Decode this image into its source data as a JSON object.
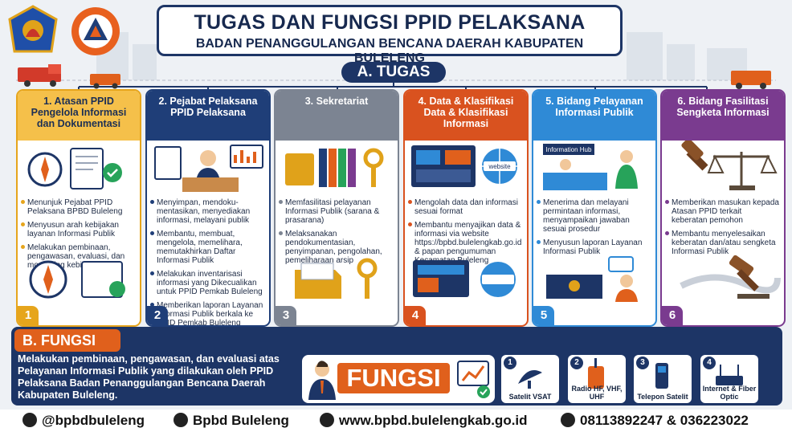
{
  "header": {
    "title": "TUGAS DAN FUNGSI PPID PELAKSANA",
    "subtitle": "BADAN PENANGGULANGAN BENCANA DAERAH KABUPATEN BULELENG"
  },
  "tugas": {
    "label": "A. TUGAS",
    "cards": [
      {
        "num": "1",
        "title": "1. Atasan PPID Pengelola Informasi dan Dokumentasi",
        "color": "#e6a51c",
        "items": [
          "Menunjuk Pejabat PPID Pelaksana BPBD Buleleng",
          "Menyusun arah kebijakan layanan Informasi Publik",
          "Melakukan pembinaan, pengawasan, evaluasi, dan monitoring kebijakan"
        ]
      },
      {
        "num": "2",
        "title": "2. Pejabat Pelaksana PPID Pelaksana",
        "color": "#1f3e78",
        "items": [
          "Menyimpan, mendoku-mentasikan, menyediakan informasi, melayani publik",
          "Membantu, membuat, mengelola, memelihara, memutakhirkan Daftar Informasi Publik",
          "Melakukan inventarisasi informasi yang Dikecualikan untuk PPID Pemkab Buleleng",
          "Memberikan laporan Layanan Informasi Publik berkala ke PPID Pemkab Buleleng"
        ]
      },
      {
        "num": "3",
        "title": "3. Sekretariat",
        "color": "#7c8492",
        "items": [
          "Memfasilitasi pelayanan Informasi Publik (sarana & prasarana)",
          "Melaksanakan pendokumentasian, penyimpanan, pengolahan, pemeliharaan arsip"
        ]
      },
      {
        "num": "4",
        "title": "4. Data & Klasifikasi Data & Klasifikasi Informasi",
        "color": "#d9521f",
        "items": [
          "Mengolah data dan informasi sesuai format",
          "Membantu menyajikan data & informasi via website https://bpbd.bulelengkab.go.id & papan pengumuman Kecamatan Buleleng"
        ]
      },
      {
        "num": "5",
        "title": "5. Bidang Pelayanan Informasi Publik",
        "color": "#2f8ad6",
        "items": [
          "Menerima dan melayani permintaan informasi, menyampaikan jawaban sesuai prosedur",
          "Menyusun laporan Layanan Informasi Publik"
        ]
      },
      {
        "num": "6",
        "title": "6. Bidang Fasilitasi Sengketa Informasi",
        "color": "#7a3b8f",
        "items": [
          "Memberikan masukan kepada Atasan PPID terkait keberatan pemohon",
          "Membantu menyelesaikan keberatan dan/atau sengketa Informasi Publik"
        ]
      }
    ],
    "art_labels": {
      "website": "website",
      "info_hub": "Information Hub"
    }
  },
  "fungsi": {
    "label": "B. FUNGSI",
    "text": "Melakukan pembinaan, pengawasan, dan evaluasi atas Pelayanan Informasi Publik yang dilakukan oleh PPID Pelaksana Badan Penanggulangan Bencana Daerah Kabupaten Buleleng.",
    "word": "FUNGSI",
    "comms": [
      {
        "num": "1",
        "label": "Satelit VSAT",
        "icon": "satellite-dish-icon"
      },
      {
        "num": "2",
        "label": "Radio HF, VHF, UHF",
        "icon": "radio-icon"
      },
      {
        "num": "3",
        "label": "Telepon Satelit",
        "icon": "satellite-phone-icon"
      },
      {
        "num": "4",
        "label": "Internet & Fiber Optic",
        "icon": "router-icon"
      }
    ]
  },
  "footer": {
    "instagram": "@bpbdbuleleng",
    "facebook": "Bpbd Buleleng",
    "website": "www.bpbd.bulelengkab.go.id",
    "phone": "08113892247 & 036223022"
  },
  "colors": {
    "navy": "#1d3566",
    "orange": "#e0601c"
  }
}
